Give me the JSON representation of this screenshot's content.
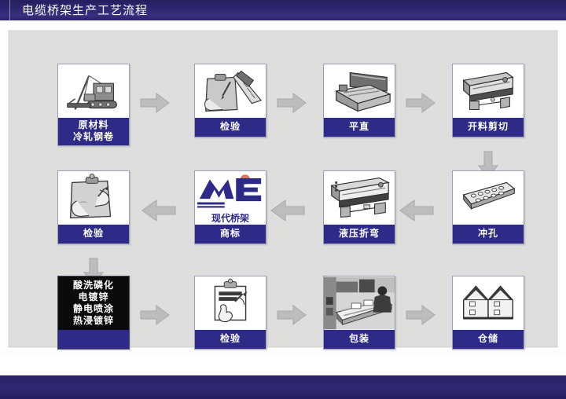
{
  "header": {
    "title": "电缆桥架生产工艺流程"
  },
  "colors": {
    "titlebar": "#2a2368",
    "label_bar": "#2e2a87",
    "canvas": "#dededc",
    "arrow": "#b9b9b9",
    "logo_blue": "#2e2a87",
    "logo_dot": "#d97a56",
    "dark_box": "#0b0b0b"
  },
  "flow": {
    "row1": [
      {
        "id": "raw-material",
        "label": "原材料\n冷轧钢卷",
        "icon": "crane-icon"
      },
      {
        "id": "inspection-1",
        "label": "检验",
        "icon": "clipboard-ruler-icon"
      },
      {
        "id": "leveling",
        "label": "平直",
        "icon": "leveling-machine-icon"
      },
      {
        "id": "cut-shear",
        "label": "开料剪切",
        "icon": "shearing-machine-icon"
      }
    ],
    "row2": [
      {
        "id": "inspection-2",
        "label": "检验",
        "icon": "clipboard-hand-icon"
      },
      {
        "id": "trademark",
        "label": "商标",
        "icon": "brand-logo-icon",
        "logo_text": "现代桥架"
      },
      {
        "id": "hydraulic-bend",
        "label": "液压折弯",
        "icon": "bending-machine-icon"
      },
      {
        "id": "punching",
        "label": "冲孔",
        "icon": "punched-strip-icon"
      }
    ],
    "row3": [
      {
        "id": "surface-treatment",
        "label": "",
        "icon": "treatment-text-icon",
        "lines": [
          "酸洗磷化",
          "电镀锌",
          "静电喷涂",
          "热浸镀锌"
        ]
      },
      {
        "id": "inspection-3",
        "label": "检验",
        "icon": "clipboard-check-icon"
      },
      {
        "id": "packaging",
        "label": "包装",
        "icon": "packaging-line-icon"
      },
      {
        "id": "warehousing",
        "label": "仓储",
        "icon": "warehouse-icon"
      }
    ]
  },
  "arrows": {
    "r1a1": "arrow-right",
    "r1a2": "arrow-right",
    "r1a3": "arrow-right",
    "down_right": "arrow-down",
    "r2a1": "arrow-left",
    "r2a2": "arrow-left",
    "r2a3": "arrow-left",
    "down_left": "arrow-down",
    "r3a1": "arrow-right",
    "r3a2": "arrow-right",
    "r3a3": "arrow-right"
  }
}
